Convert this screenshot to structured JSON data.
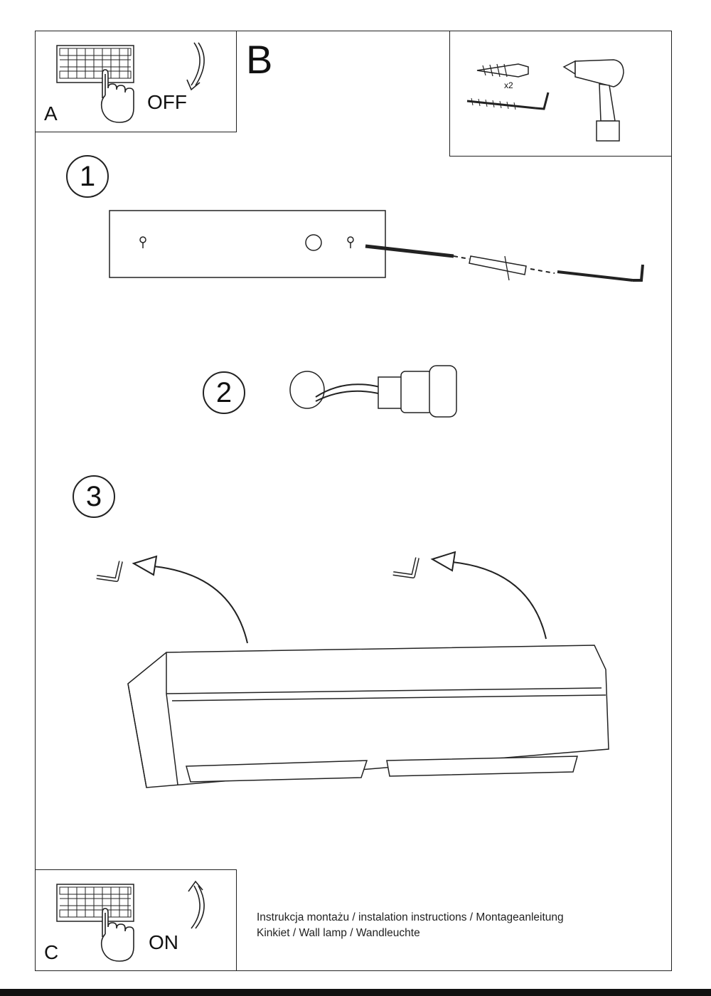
{
  "panels": {
    "a": {
      "letter": "A",
      "switch_text": "OFF"
    },
    "b": {
      "letter": "B",
      "multiplier": "x2"
    },
    "c": {
      "letter": "C",
      "switch_text": "ON"
    }
  },
  "steps": [
    "1",
    "2",
    "3"
  ],
  "footer": {
    "line1": "Instrukcja montażu / instalation instructions / Montageanleitung",
    "line2": "Kinkiet / Wall lamp / Wandleuchte"
  },
  "icons": [
    "circuit-breaker-icon",
    "hand-icon",
    "curved-arrow-icon",
    "wall-plug-icon",
    "hook-screw-icon",
    "drill-icon",
    "mounting-plate-icon",
    "lamp-socket-icon",
    "wall-lamp-icon"
  ]
}
